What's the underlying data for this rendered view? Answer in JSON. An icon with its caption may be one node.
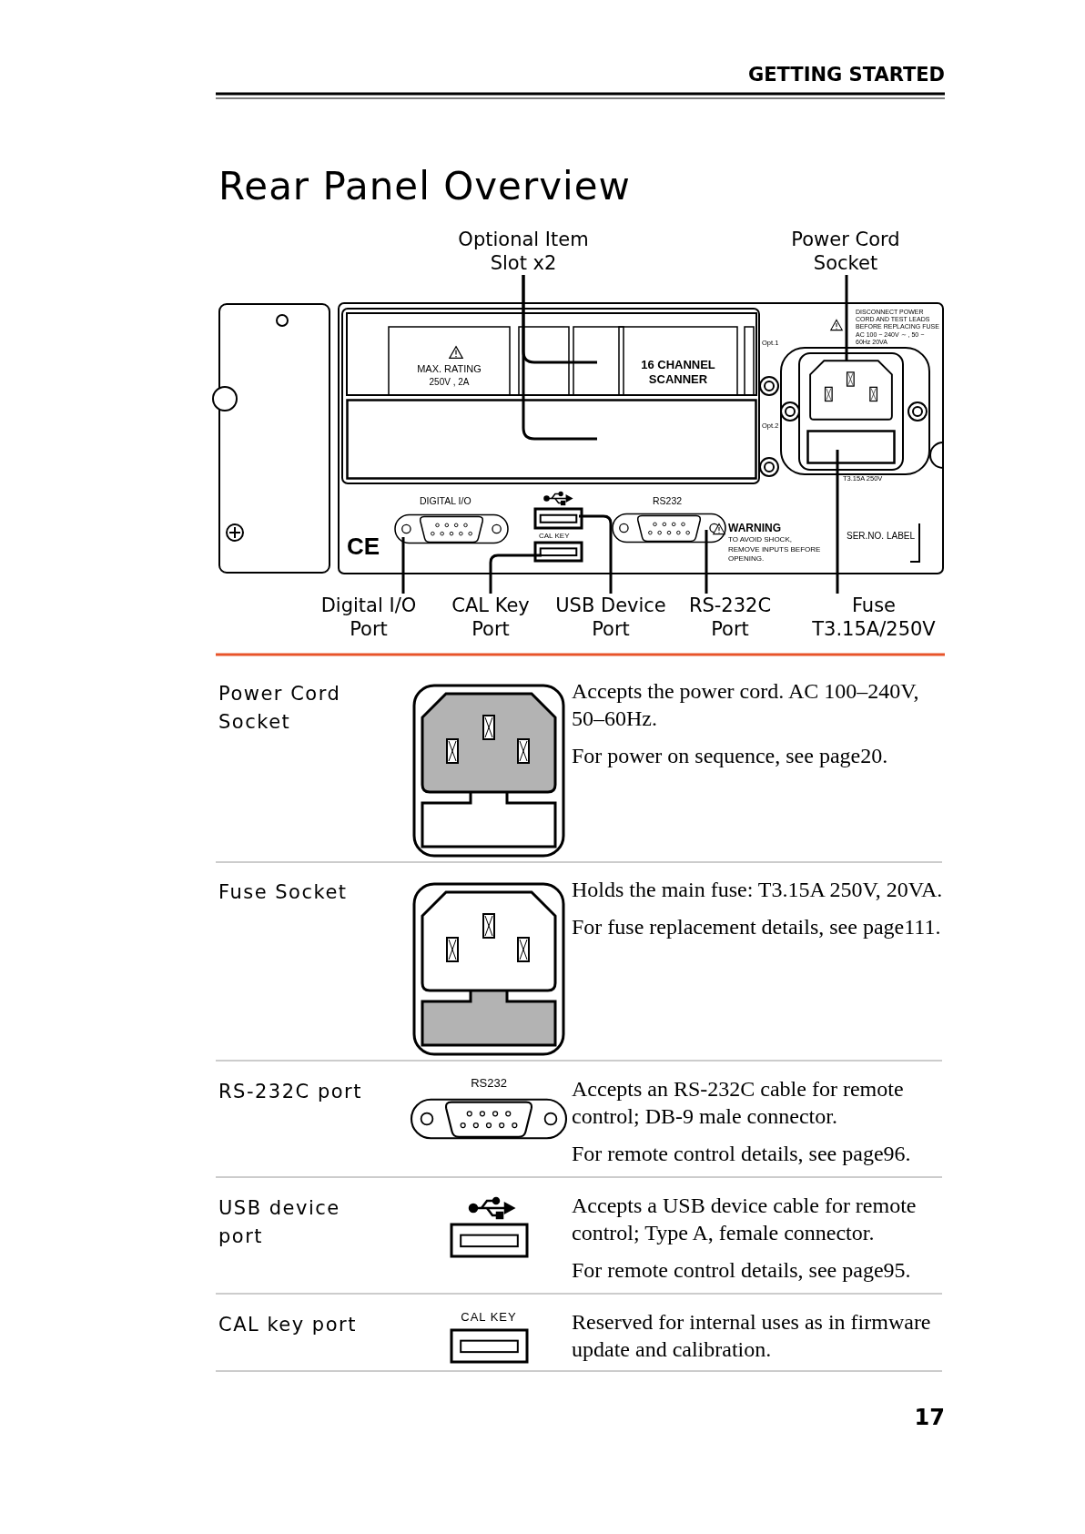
{
  "diagram": {
    "title": "Rear Panel Overview",
    "nodes": [
      {
        "text": [
          "Optional Item Slot x2"
        ]
      },
      {
        "text": [
          "Power Cord Socket"
        ]
      },
      {
        "text": [],
        "shape": "box",
        "beside": [
          "Opt.1"
        ]
      },
      {
        "text": [],
        "shape": "box",
        "beside": [
          "Opt.2"
        ]
      },
      {
        "text": [],
        "shape": "socket"
      },
      {
        "text": [],
        "shape": "box",
        "beside": [
          "T3.15A 250V"
        ]
      },
      {
        "text": [],
        "shape": "connector"
      },
      {
        "text": [],
        "shape": "port"
      },
      {
        "text": [],
        "shape": "port"
      },
      {
        "text": [],
        "shape": "connector"
      },
      {
        "text": [
          "Digital I/O Port"
        ]
      },
      {
        "text": [
          "CAL Key Port"
        ]
      },
      {
        "text": [
          "USB Device Port"
        ]
      },
      {
        "text": [
          "RS-232C Port"
        ]
      },
      {
        "text": [
          "Fuse T3.15A/250V"
        ]
      }
    ],
    "edges": [
      {
        "from": 0,
        "to": 2,
        "arrow": "none"
      },
      {
        "from": 0,
        "to": 3,
        "arrow": "none"
      },
      {
        "from": 1,
        "to": 4,
        "arrow": "none"
      },
      {
        "from": 10,
        "to": 6,
        "arrow": "none"
      },
      {
        "from": 11,
        "to": 8,
        "arrow": "none"
      },
      {
        "from": 12,
        "to": 7,
        "arrow": "none"
      },
      {
        "from": 13,
        "to": 9,
        "arrow": "none"
      },
      {
        "from": 14,
        "to": 5,
        "arrow": "none"
      }
    ],
    "labels": [
      "GETTING STARTED",
      "DISCONNECT POWER CORD AND TEST LEADS BEFORE REPLACING FUSE",
      "AC 100 − 240V ∼ , 50 − 60Hz 20VA",
      "MAX. RATING",
      "250V , 2A",
      "16 CHANNEL SCANNER",
      "DIGITAL I/O",
      "RS232",
      "CE",
      "CAL KEY",
      "WARNING",
      "TO AVOID SHOCK,",
      "REMOVE INPUTS BEFORE OPENING.",
      "SER.NO. LABEL",
      "Power Cord Socket",
      "Accepts the power cord. AC 100–240V, 50–60Hz.",
      "For power on sequence, see page20.",
      "Fuse Socket",
      "Holds the main fuse: T3.15A 250V, 20VA.",
      "For fuse replacement details, see page111.",
      "RS-232C port",
      "RS232",
      "Accepts an RS-232C cable for remote control; DB-9 male connector.",
      "For remote control details, see page96.",
      "USB device port",
      "Accepts a USB device cable for remote control; Type A, female connector.",
      "For remote control details, see page95.",
      "CAL key port",
      "CAL KEY",
      "Reserved for internal uses as in firmware update and calibration.",
      "17"
    ]
  }
}
